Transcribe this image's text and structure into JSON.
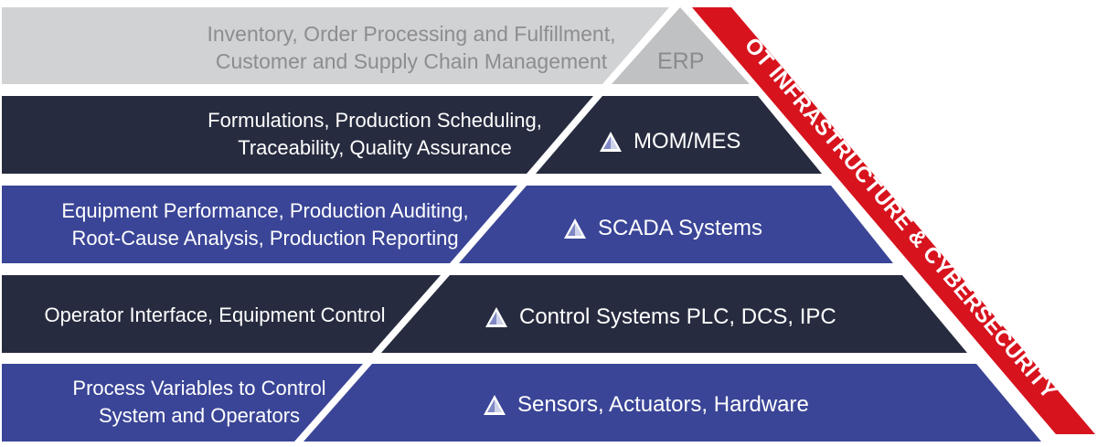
{
  "colors": {
    "gray_light": "#d1d2d4",
    "gray_dark": "#c0c1c3",
    "navy": "#262b3f",
    "blue": "#3a4597",
    "red": "#d7131e",
    "white": "#ffffff",
    "gray_text": "#8d8d8f"
  },
  "side_banner": {
    "text": "OT INFRASTRUCTURE & CYBERSECURITY"
  },
  "tiers": [
    {
      "level": "ERP",
      "description_lines": [
        "Inventory, Order Processing and Fulfillment,",
        "Customer and Supply Chain Management"
      ],
      "color": "#d1d2d4",
      "has_icon": false
    },
    {
      "level": "MOM/MES",
      "description_lines": [
        "Formulations, Production Scheduling,",
        "Traceability, Quality Assurance"
      ],
      "color": "#262b3f",
      "has_icon": true
    },
    {
      "level": "SCADA Systems",
      "description_lines": [
        "Equipment Performance, Production Auditing,",
        "Root-Cause Analysis, Production Reporting"
      ],
      "color": "#3a4597",
      "has_icon": true
    },
    {
      "level": "Control Systems PLC, DCS, IPC",
      "description_lines": [
        "Operator Interface, Equipment Control"
      ],
      "color": "#262b3f",
      "has_icon": true
    },
    {
      "level": "Sensors, Actuators, Hardware",
      "description_lines": [
        "Process Variables to Control",
        "System and Operators"
      ],
      "color": "#3a4597",
      "has_icon": true
    }
  ]
}
